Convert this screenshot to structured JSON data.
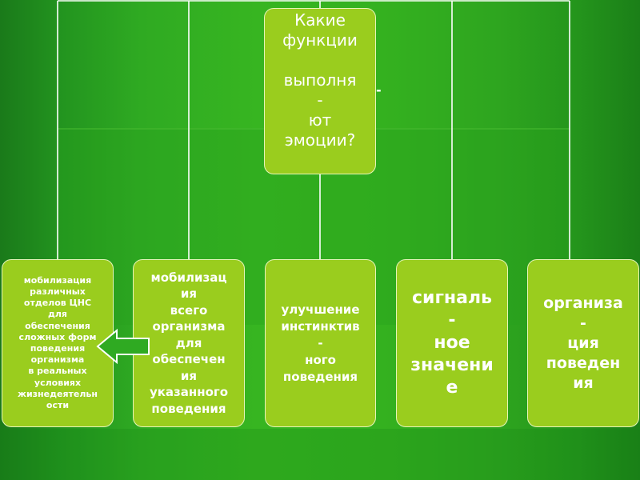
{
  "diagram": {
    "root": {
      "text": "Какие\nфункции\n\nвыполня\n-\nют\nэмоции?"
    },
    "stray_mark": "-",
    "children": [
      {
        "text": "мобилизация\nразличных\nотделов ЦНС\nдля\nобеспечения\nсложных форм\nповедения\nорганизма\nв реальных\nусловиях\nжизнедеятельн\nости"
      },
      {
        "text": "мобилизац\nия\nвсего\nорганизма\nдля\nобеспечен\nия\nуказанного\nповедения"
      },
      {
        "text": "улучшение\nинстинктив\n-\nного\nповедения"
      },
      {
        "text": "сигналь\n-\nное\nзначени\nе"
      },
      {
        "text": "организа\n-\nция\nповеден\nия"
      }
    ]
  },
  "colors": {
    "background": "#2faa22",
    "node_fill": "#9acd1e",
    "node_border": "#e6f5b8",
    "connector": "#ffffff",
    "text": "#ffffff"
  }
}
